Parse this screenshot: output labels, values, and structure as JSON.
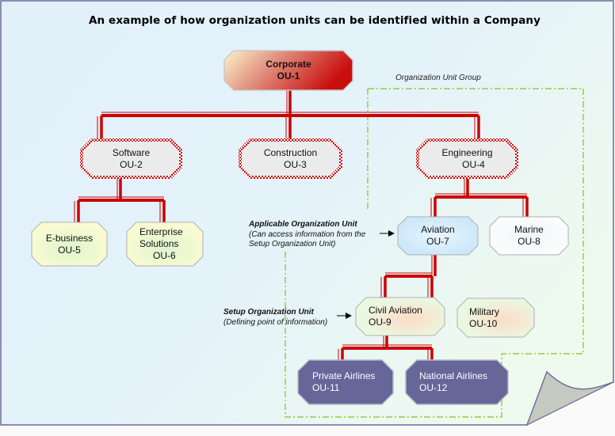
{
  "title": "An example of how organization units can be identified within a Company",
  "group_label": "Organization Unit  Group",
  "colors": {
    "connector": "#cc0000",
    "page_background": "#e3f1fa",
    "page_border": "#6a6a9a",
    "group_border": "#8cbf1f",
    "dark_node_fill": "#666699",
    "page_curl": "#c4cac0"
  },
  "nodes": [
    {
      "id": "ou-1",
      "name": "Corporate",
      "code": "OU-1",
      "style": "corporate"
    },
    {
      "id": "ou-2",
      "name": "Software",
      "code": "OU-2",
      "style": "division"
    },
    {
      "id": "ou-3",
      "name": "Construction",
      "code": "OU-3",
      "style": "division"
    },
    {
      "id": "ou-4",
      "name": "Engineering",
      "code": "OU-4",
      "style": "division"
    },
    {
      "id": "ou-5",
      "name": "E-business",
      "code": "OU-5",
      "style": "yellow"
    },
    {
      "id": "ou-6",
      "name": "Enterprise Solutions",
      "code": "OU-6",
      "style": "yellow"
    },
    {
      "id": "ou-7",
      "name": "Aviation",
      "code": "OU-7",
      "style": "blue"
    },
    {
      "id": "ou-8",
      "name": "Marine",
      "code": "OU-8",
      "style": "white"
    },
    {
      "id": "ou-9",
      "name": "Civil Aviation",
      "code": "OU-9",
      "style": "green"
    },
    {
      "id": "ou-10",
      "name": "Military",
      "code": "OU-10",
      "style": "green"
    },
    {
      "id": "ou-11",
      "name": "Private Airlines",
      "code": "OU-11",
      "style": "dark"
    },
    {
      "id": "ou-12",
      "name": "National  Airlines",
      "code": "OU-12",
      "style": "dark"
    }
  ],
  "edges": [
    [
      "ou-1",
      "ou-2"
    ],
    [
      "ou-1",
      "ou-3"
    ],
    [
      "ou-1",
      "ou-4"
    ],
    [
      "ou-2",
      "ou-5"
    ],
    [
      "ou-2",
      "ou-6"
    ],
    [
      "ou-4",
      "ou-7"
    ],
    [
      "ou-4",
      "ou-8"
    ],
    [
      "ou-7",
      "ou-9"
    ],
    [
      "ou-7",
      "ou-10"
    ],
    [
      "ou-9",
      "ou-11"
    ],
    [
      "ou-9",
      "ou-12"
    ]
  ],
  "annotations": {
    "applicable": {
      "heading": "Applicable Organization Unit",
      "line1": "(Can access information from the",
      "line2": "Setup Organization Unit)",
      "points_to": "ou-7"
    },
    "setup": {
      "heading": "Setup Organization Unit",
      "line1": "(Defining point of information)",
      "points_to": "ou-9"
    }
  }
}
